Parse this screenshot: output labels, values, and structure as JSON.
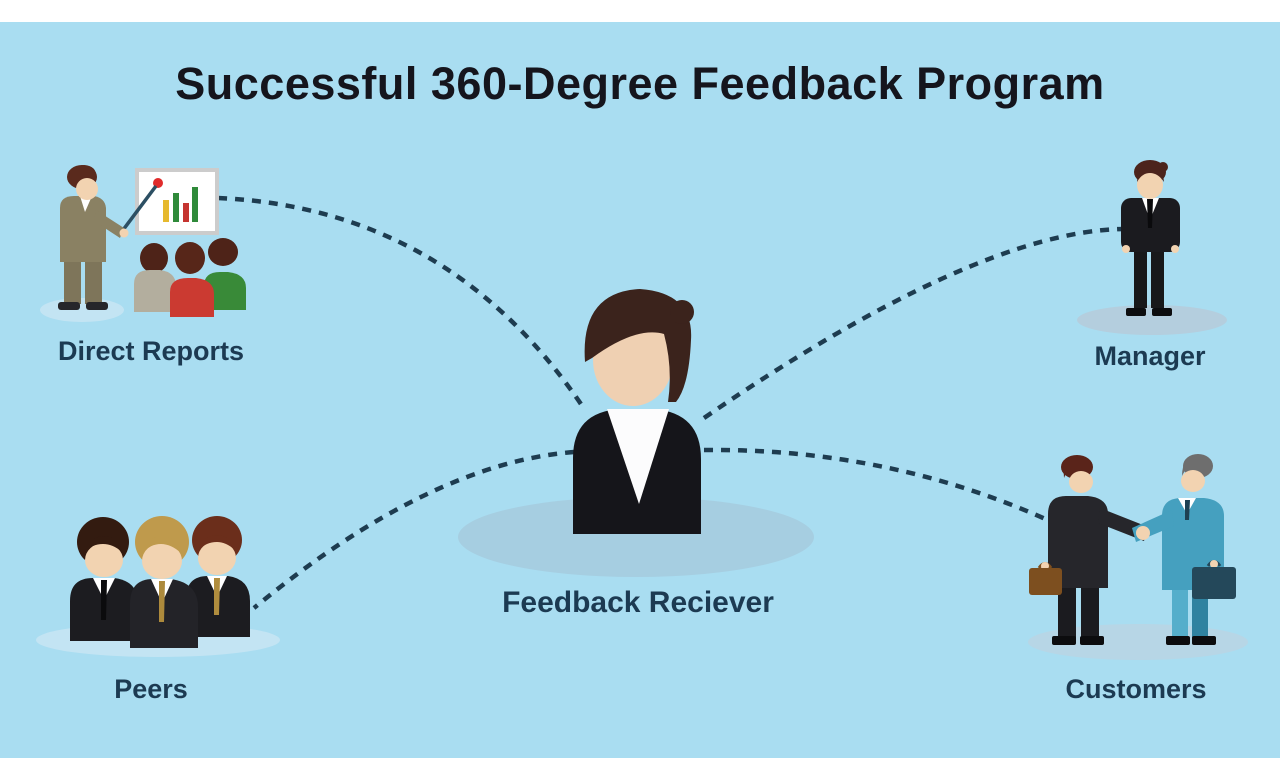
{
  "title": "Successful 360-Degree Feedback Program",
  "center": {
    "label": "Feedback Reciever"
  },
  "nodes": [
    {
      "id": "direct-reports",
      "label": "Direct Reports"
    },
    {
      "id": "manager",
      "label": "Manager"
    },
    {
      "id": "peers",
      "label": "Peers"
    },
    {
      "id": "customers",
      "label": "Customers"
    }
  ],
  "connections": [
    {
      "from": "direct-reports",
      "to": "feedback-reciever",
      "style": "dotted"
    },
    {
      "from": "manager",
      "to": "feedback-reciever",
      "style": "dotted"
    },
    {
      "from": "peers",
      "to": "feedback-reciever",
      "style": "dotted"
    },
    {
      "from": "customers",
      "to": "feedback-reciever",
      "style": "dotted"
    }
  ],
  "colors": {
    "canvas_background": "#ffffff",
    "panel_background": "#a9ddf1",
    "title_text": "#15151d",
    "label_text": "#1c3a52",
    "dotted_line": "#1e3c50",
    "suit_black": "#1b1b1f",
    "suit_olive": "#8a8163",
    "suit_teal": "#45a0bf",
    "skin": "#f2d3b1",
    "hair_brown": "#5a2a1d",
    "hair_sandy": "#bf9a4c",
    "hair_gray": "#6e6e6e",
    "chart_bar_green": "#2f8a3a",
    "chart_bar_yellow": "#e6b92e",
    "chart_bar_red": "#c53430",
    "briefcase_brown": "#7d4f1f",
    "briefcase_slate": "#24485a",
    "shadow_ellipse_center": "#a6cee1",
    "shadow_ellipse_light": "#c3e4f3"
  }
}
